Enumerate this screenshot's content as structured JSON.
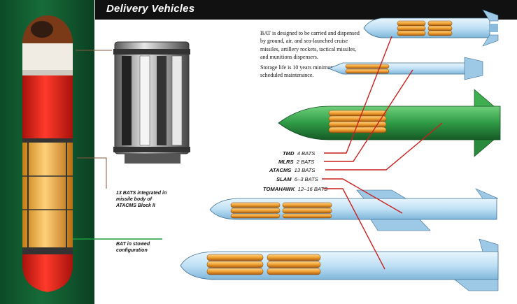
{
  "header": {
    "title": "Delivery Vehicles"
  },
  "description": {
    "paragraph_1": "BAT is designed to be carried and dispensed by ground, air, and sea-launched cruise missiles, artillery rockets, tactical missiles, and munitions dispensers.",
    "paragraph_2": "Storage life is 10 years minimum, with no scheduled maintenance."
  },
  "vehicles": [
    {
      "name": "TMD",
      "count": "4 BATS"
    },
    {
      "name": "MLRS",
      "count": "2 BATS"
    },
    {
      "name": "ATACMS",
      "count": "13 BATS"
    },
    {
      "name": "SLAM",
      "count": "6–3 BATS"
    },
    {
      "name": "TOMAHAWK",
      "count": "12–16 BATS"
    }
  ],
  "captions": {
    "integrated": "13 BATS integrated in missile body of ATACMS Block II",
    "stowed": "BAT in stowed configuration"
  },
  "colors": {
    "title_bar": "#111111",
    "left_panel": "#176c39",
    "missile_blue": "#bfe0f5",
    "missile_green": "#2f9a45",
    "bat_orange": "#f0a030",
    "leader_red": "#c8201c",
    "bat_red": "#e02318"
  }
}
